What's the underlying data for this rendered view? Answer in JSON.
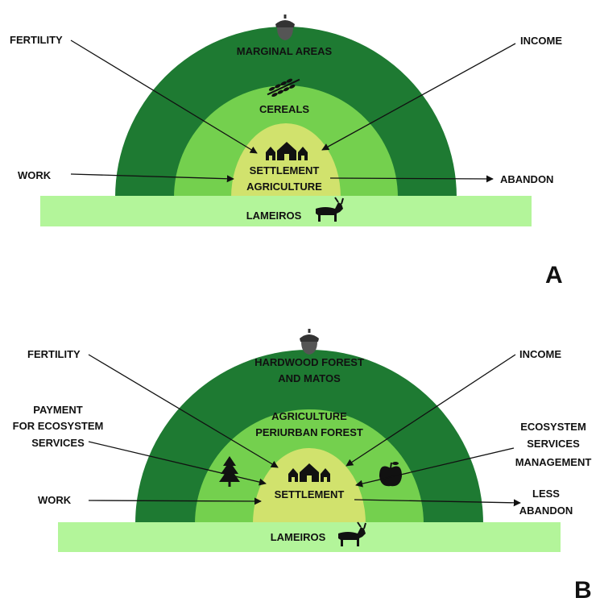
{
  "colors": {
    "outer_ring": "#1e7a32",
    "middle_ring": "#74d04e",
    "inner_circle": "#d1e26d",
    "lameiros_bar": "#b3f59a",
    "text": "#111111"
  },
  "panel_a": {
    "letter": "A",
    "outer_label": "MARGINAL AREAS",
    "middle_label": "CEREALS",
    "inner_label_1": "SETTLEMENT",
    "inner_label_2": "AGRICULTURE",
    "bar_label": "LAMEIROS",
    "fertility": "FERTILITY",
    "income": "INCOME",
    "work": "WORK",
    "abandon": "ABANDON",
    "icons": [
      "acorn-icon",
      "wheat-icon",
      "houses-icon",
      "goat-icon"
    ]
  },
  "panel_b": {
    "letter": "B",
    "outer_label_1": "HARDWOOD FOREST",
    "outer_label_2": "AND MATOS",
    "middle_label_1": "AGRICULTURE",
    "middle_label_2": "PERIURBAN FOREST",
    "inner_label": "SETTLEMENT",
    "bar_label": "LAMEIROS",
    "fertility": "FERTILITY",
    "income": "INCOME",
    "payment_1": "PAYMENT",
    "payment_2": "FOR ECOSYSTEM",
    "payment_3": "SERVICES",
    "ecosystem_1": "ECOSYSTEM",
    "ecosystem_2": "SERVICES",
    "ecosystem_3": "MANAGEMENT",
    "work": "WORK",
    "less_abandon_1": "LESS",
    "less_abandon_2": "ABANDON",
    "icons": [
      "acorn-icon",
      "houses-icon",
      "pine-tree-icon",
      "apple-icon",
      "goat-icon"
    ]
  }
}
